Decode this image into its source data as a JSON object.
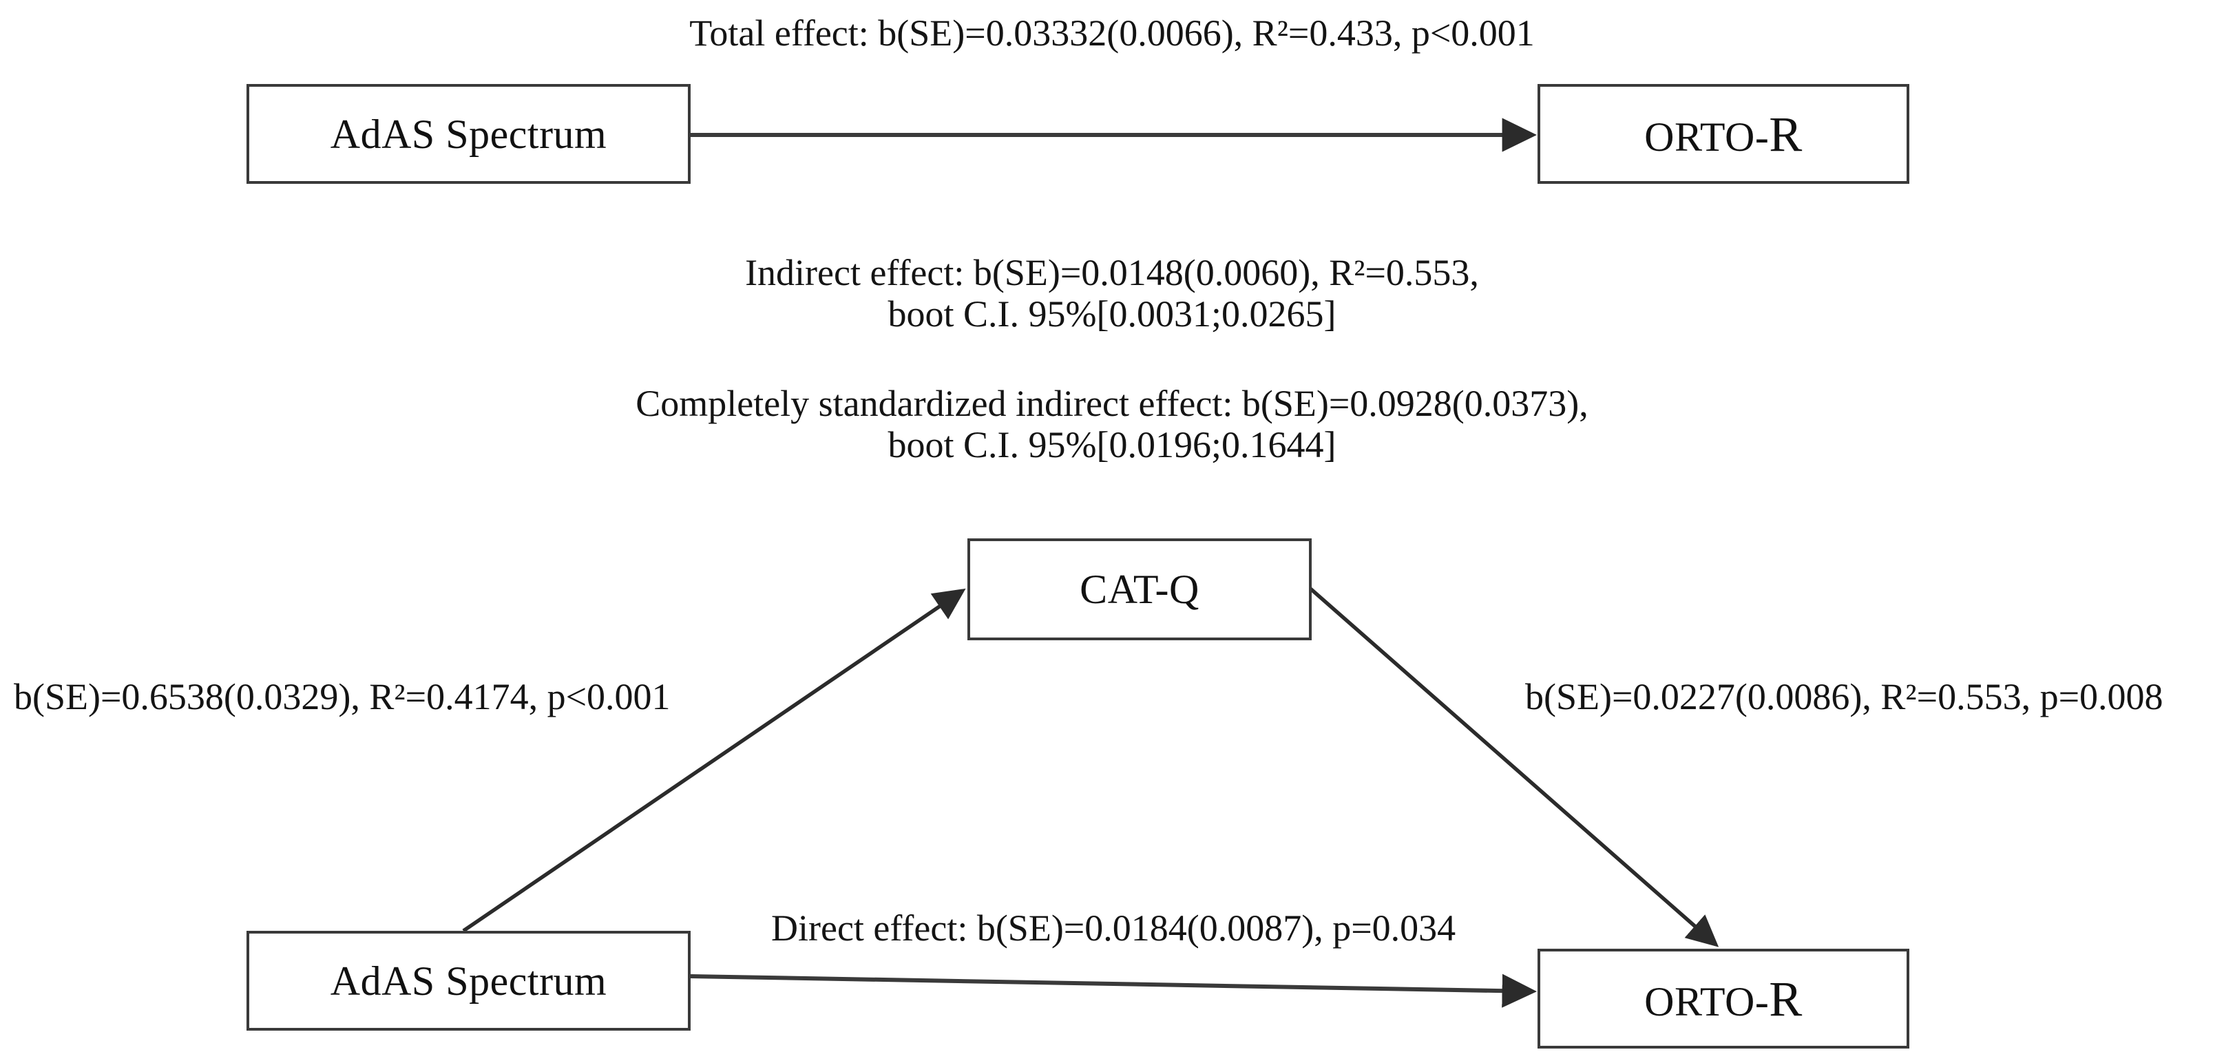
{
  "figure": {
    "type": "mediation-path-diagram",
    "background": "#ffffff",
    "stroke_color": "#3a3a3a"
  },
  "nodes": {
    "adas_top": "AdAS Spectrum",
    "orto_top_prefix": "ORTO-",
    "orto_top_suffix": "R",
    "catq": "CAT-Q",
    "adas_bottom": "AdAS Spectrum",
    "orto_bottom_prefix": "ORTO-",
    "orto_bottom_suffix": "R"
  },
  "labels": {
    "total_effect": "Total effect: b(SE)=0.03332(0.0066), R²=0.433, p<0.001",
    "indirect_effect_line1": "Indirect effect: b(SE)=0.0148(0.0060), R²=0.553,",
    "indirect_effect_line2": "boot C.I. 95%[0.0031;0.0265]",
    "std_indirect_line1": "Completely standardized indirect effect: b(SE)=0.0928(0.0373),",
    "std_indirect_line2": "boot C.I. 95%[0.0196;0.1644]",
    "path_a": "b(SE)=0.6538(0.0329), R²=0.4174, p<0.001",
    "path_b": "b(SE)=0.0227(0.0086), R²=0.553, p=0.008",
    "direct_effect": "Direct effect: b(SE)=0.0184(0.0087), p=0.034"
  },
  "chart_data": {
    "type": "diagram",
    "title": "Mediation model: AdAS Spectrum → CAT-Q → ORTO-R",
    "panels": [
      {
        "name": "total-effect-model",
        "nodes": [
          "AdAS Spectrum",
          "ORTO-R"
        ],
        "edges": [
          {
            "from": "AdAS Spectrum",
            "to": "ORTO-R",
            "label": "Total effect: b(SE)=0.03332(0.0066), R²=0.433, p<0.001",
            "b": 0.03332,
            "se": 0.0066,
            "r_squared": 0.433,
            "p": "<0.001"
          }
        ]
      },
      {
        "name": "mediation-model",
        "nodes": [
          "AdAS Spectrum",
          "CAT-Q",
          "ORTO-R"
        ],
        "edges": [
          {
            "from": "AdAS Spectrum",
            "to": "CAT-Q",
            "path": "a",
            "label": "b(SE)=0.6538(0.0329), R²=0.4174, p<0.001",
            "b": 0.6538,
            "se": 0.0329,
            "r_squared": 0.4174,
            "p": "<0.001"
          },
          {
            "from": "CAT-Q",
            "to": "ORTO-R",
            "path": "b",
            "label": "b(SE)=0.0227(0.0086), R²=0.553, p=0.008",
            "b": 0.0227,
            "se": 0.0086,
            "r_squared": 0.553,
            "p": 0.008
          },
          {
            "from": "AdAS Spectrum",
            "to": "ORTO-R",
            "path": "c-prime",
            "label": "Direct effect: b(SE)=0.0184(0.0087), p=0.034",
            "b": 0.0184,
            "se": 0.0087,
            "p": 0.034
          }
        ],
        "indirect_effect": {
          "b": 0.0148,
          "se": 0.006,
          "r_squared": 0.553,
          "boot_ci_95": [
            0.0031,
            0.0265
          ]
        },
        "completely_standardized_indirect_effect": {
          "b": 0.0928,
          "se": 0.0373,
          "boot_ci_95": [
            0.0196,
            0.1644
          ]
        }
      }
    ]
  }
}
